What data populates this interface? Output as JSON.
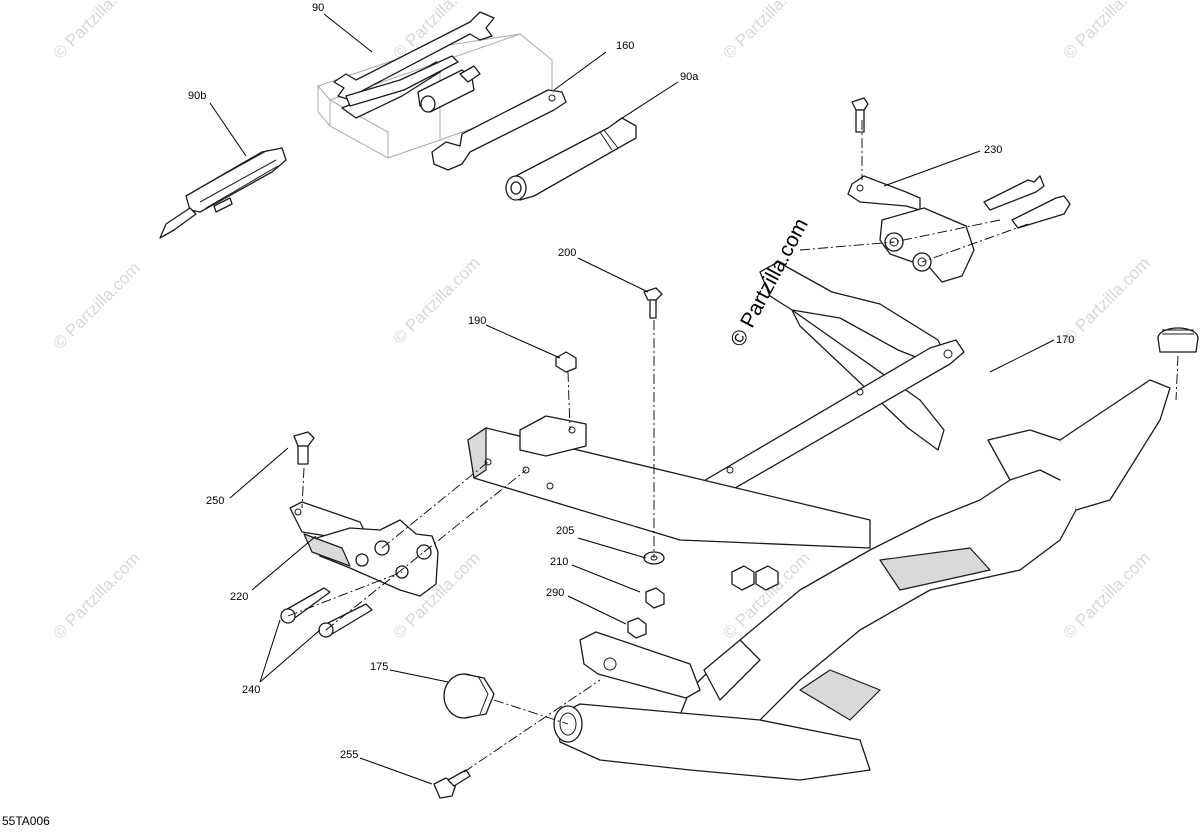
{
  "watermark": {
    "text": "© Partzilla.com",
    "main_text": "© Partzilla.com"
  },
  "diagram_code": "55TA006",
  "callouts": {
    "c90": "90",
    "c90a": "90a",
    "c90b": "90b",
    "c160": "160",
    "c170": "170",
    "c175": "175",
    "c190": "190",
    "c200": "200",
    "c205": "205",
    "c210": "210",
    "c220": "220",
    "c230": "230",
    "c240": "240",
    "c250": "250",
    "c255": "255",
    "c290": "290"
  }
}
